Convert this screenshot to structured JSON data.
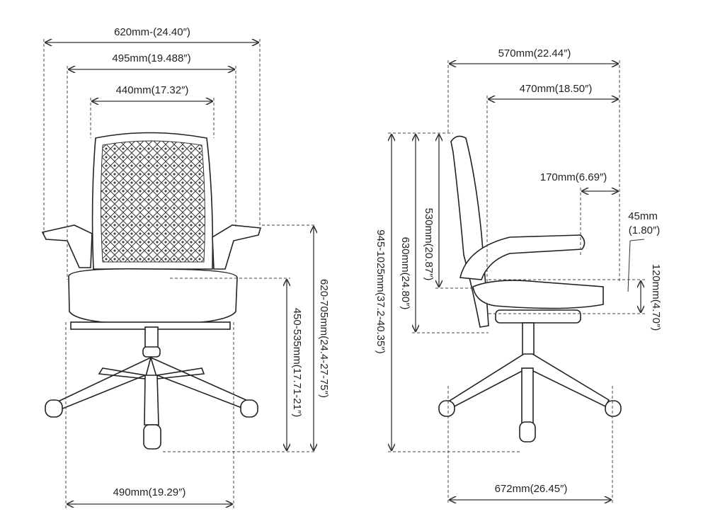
{
  "front_view": {
    "overall_width": "620mm-(24.40″)",
    "armrest_width": "495mm(19.488″)",
    "backrest_width": "440mm(17.32″)",
    "base_width": "490mm(19.29″)",
    "seat_height": "450-535mm(17.71-21″)",
    "armrest_height": "620-705mm(24.4-27-75″)"
  },
  "side_view": {
    "overall_depth": "570mm(22.44″)",
    "seat_depth": "470mm(18.50″)",
    "armrest_offset": "170mm(6.69″)",
    "seat_thickness_mm": "45mm",
    "seat_thickness_in": "(1.80″)",
    "armrest_above_seat": "120mm(4.70″)",
    "overall_height": "945-1025mm(37.2-40.35″)",
    "back_height_from_armrest": "630mm(24.80″)",
    "back_height_from_seat": "530mm(20.87″)",
    "base_depth": "672mm(26.45″)"
  }
}
